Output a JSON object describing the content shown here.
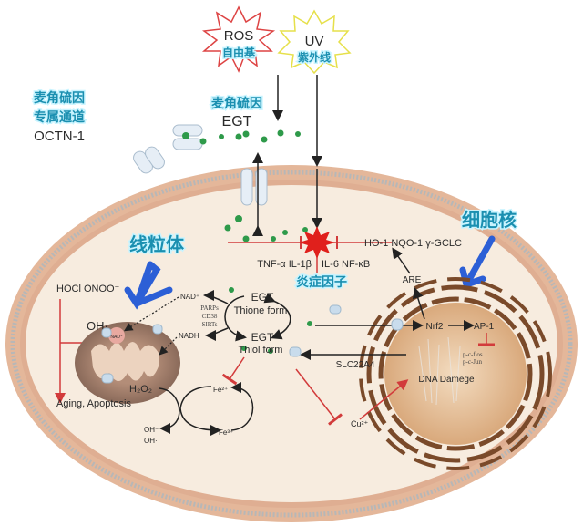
{
  "stimuli": {
    "ros": {
      "label": "ROS",
      "cn": "自由基"
    },
    "uv": {
      "label": "UV",
      "cn": "紫外线"
    }
  },
  "egt": {
    "cn": "麦角硫因",
    "label": "EGT"
  },
  "transporter": {
    "cn_line1": "麦角硫因",
    "cn_line2": "专属通道",
    "label": "OCTN-1"
  },
  "inflammation": {
    "genes": "HO-1  NQO-1 γ-GCLC",
    "cytokines_left": "TNF-α IL-1β",
    "cytokines_right": "IL-6 NF-κB",
    "cn": "炎症因子"
  },
  "mitochondria": {
    "cn": "线粒体",
    "oxidants": "HOCl  ONOO⁻",
    "oh": "OH·",
    "nad_inner": "NAD⁺",
    "h2o2": "H₂O₂",
    "outcome": "Aging,  Apoptosis"
  },
  "egt_cycle": {
    "thione_egt": "EGT",
    "thione": "Thione form",
    "thiol_egt": "EGT",
    "thiol": "Thiol form",
    "nad_plus": "NAD⁺",
    "nadh": "NADH",
    "enzymes": [
      "PARPs",
      "CD38",
      "SIRTs"
    ]
  },
  "iron_cycle": {
    "fe2": "Fe²⁺",
    "fe3": "Fe³⁺",
    "oh_minus": "OH⁻",
    "oh_radical": "OH·"
  },
  "nucleus": {
    "cn": "细胞核",
    "are": "ARE",
    "nrf2": "Nrf2",
    "ap1": "AP-1",
    "pcfos": "p-c-f os",
    "pcjun": "p-c-Jun",
    "dna": "DNA Damege",
    "slc": "SLC22A4",
    "cu": "Cu²⁺"
  },
  "colors": {
    "cytoplasm": "#f7ecdf",
    "membrane": "#d9a98a",
    "nucleus_ring": "#7a4a2a",
    "egt_dot": "#2e9a4a",
    "cn_label": "#1a8fb0",
    "callout_arrow": "#2c5fd6",
    "inhibit": "#d23b3b"
  }
}
